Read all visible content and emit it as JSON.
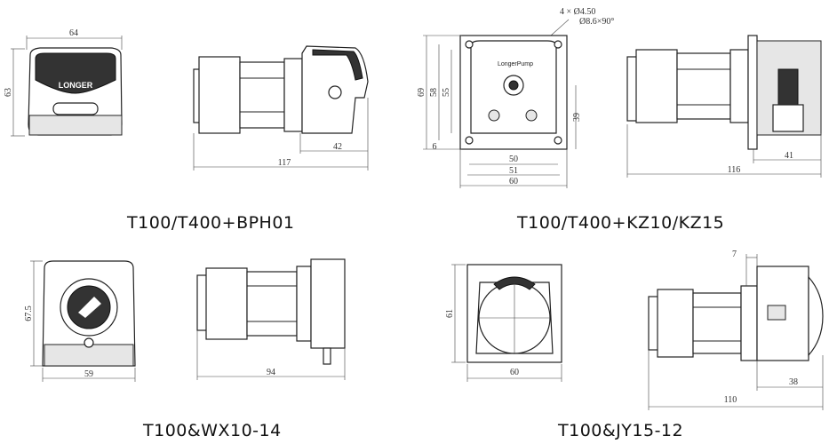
{
  "captions": {
    "c1": "T100/T400+BPH01",
    "c2": "T100/T400+KZ10/KZ15",
    "c3": "T100&WX10-14",
    "c4": "T100&JY15-12"
  },
  "logos": {
    "bph": "LONGER",
    "kz": "LongerPump"
  },
  "dims": {
    "p1": {
      "w": "64",
      "h": "63",
      "len": "117",
      "head": "42"
    },
    "p2": {
      "note1": "4 × Ø4.50",
      "note2": "Ø8.6×90°",
      "h69": "69",
      "h58": "58",
      "h55": "55",
      "h6": "6",
      "h39": "39",
      "w50": "50",
      "w51": "51",
      "w60": "60",
      "len": "116",
      "head": "41"
    },
    "p3": {
      "h": "67.5",
      "w": "59",
      "len": "94"
    },
    "p4": {
      "h": "61",
      "w": "60",
      "d7": "7",
      "len": "110",
      "head": "38"
    }
  }
}
